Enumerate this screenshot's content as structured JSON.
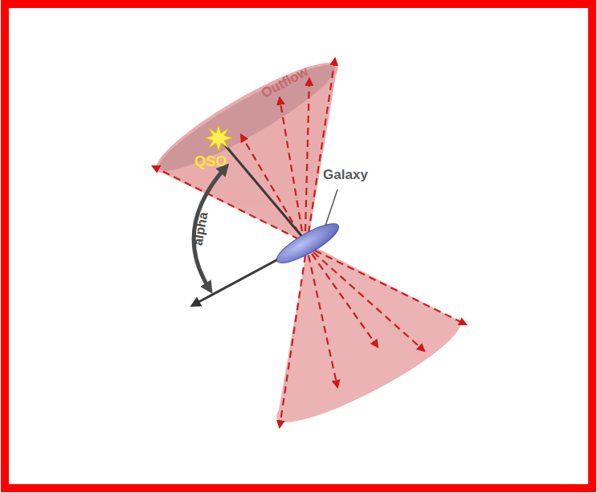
{
  "diagram": {
    "labels": [
      "Outflow",
      "QSO",
      "Galaxy",
      "alpha"
    ]
  }
}
